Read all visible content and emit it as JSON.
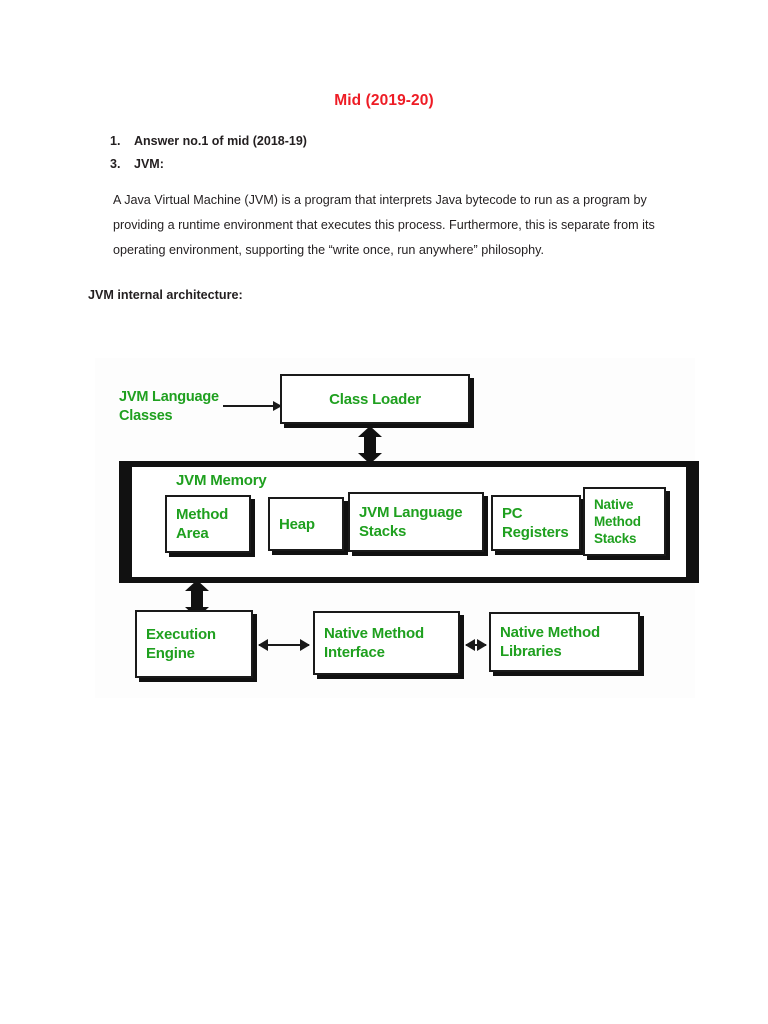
{
  "document": {
    "title": "Mid (2019-20)",
    "title_color": "#ee1c25",
    "list": [
      {
        "num": "1.",
        "text": "Answer no.1 of mid (2018-19)"
      },
      {
        "num": "3.",
        "text": "JVM:"
      }
    ],
    "paragraph": "A Java Virtual Machine (JVM) is a program that interprets Java bytecode to run as a program by providing a runtime environment that executes this process. Furthermore, this is separate from its operating environment, supporting the “write once, run anywhere” philosophy.",
    "subheading": "JVM internal architecture:"
  },
  "diagram": {
    "accent_color": "#1fa01f",
    "line_color": "#111111",
    "input_label": "JVM Language\nClasses",
    "class_loader": "Class Loader",
    "memory": {
      "title": "JVM Memory",
      "regions": [
        {
          "label": "Method\nArea"
        },
        {
          "label": "Heap"
        },
        {
          "label": "JVM Language\nStacks"
        },
        {
          "label": "PC\nRegisters"
        },
        {
          "label": "Native\nMethod\nStacks"
        }
      ]
    },
    "bottom": [
      {
        "label": "Execution\nEngine"
      },
      {
        "label": "Native Method\nInterface"
      },
      {
        "label": "Native Method\nLibraries"
      }
    ]
  }
}
